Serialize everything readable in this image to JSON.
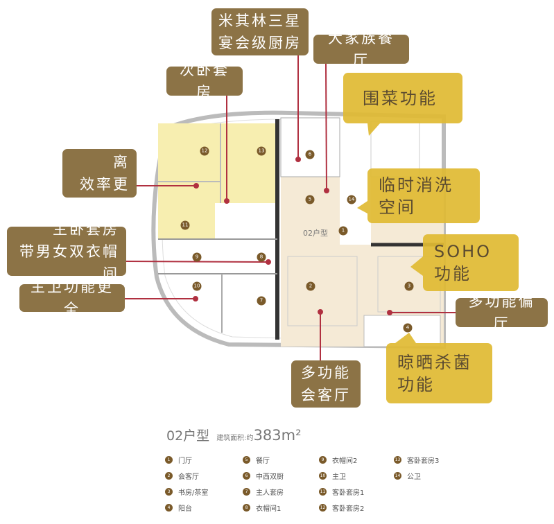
{
  "colors": {
    "callout_brown": "#8c7346",
    "callout_gold": "#e0ba34",
    "leader_line": "#b03040",
    "bedroom_fill": "#f7eeb0",
    "living_fill": "#f5ead6"
  },
  "callouts": {
    "kitchen": [
      "米其林三星",
      "宴会级厨房"
    ],
    "dining": [
      "大家族餐厅"
    ],
    "second_bedroom": [
      "次卧套房"
    ],
    "dry_wet": [
      "干湿分离",
      "效率更高"
    ],
    "master": [
      "主卧套房",
      "带男女双衣帽间"
    ],
    "master_bath": [
      "主卫功能更全"
    ],
    "prep": [
      "围菜功能"
    ],
    "wash": [
      "临时消洗",
      "空间"
    ],
    "soho": [
      "SOHO",
      "功能"
    ],
    "side_hall": [
      "多功能偏厅"
    ],
    "drying": [
      "晾晒杀菌",
      "功能"
    ],
    "living": [
      "多功能",
      "会客厅"
    ]
  },
  "plan_label": "02户型",
  "room_markers": [
    "12",
    "13",
    "11",
    "6",
    "5",
    "14",
    "1",
    "9",
    "8",
    "10",
    "7",
    "2",
    "3",
    "4"
  ],
  "title": {
    "unit": "02户型",
    "area_label": "建筑面积:约",
    "area": "383m²"
  },
  "legend": [
    {
      "n": "1",
      "label": "门厅"
    },
    {
      "n": "5",
      "label": "餐厅"
    },
    {
      "n": "9",
      "label": "衣帽间2"
    },
    {
      "n": "13",
      "label": "客卧套房3"
    },
    {
      "n": "2",
      "label": "会客厅"
    },
    {
      "n": "6",
      "label": "中西双厨"
    },
    {
      "n": "10",
      "label": "主卫"
    },
    {
      "n": "14",
      "label": "公卫"
    },
    {
      "n": "3",
      "label": "书房/茶室"
    },
    {
      "n": "7",
      "label": "主人套房"
    },
    {
      "n": "11",
      "label": "客卧套房1"
    },
    {
      "n": "",
      "label": ""
    },
    {
      "n": "4",
      "label": "阳台"
    },
    {
      "n": "8",
      "label": "衣帽间1"
    },
    {
      "n": "12",
      "label": "客卧套房2"
    },
    {
      "n": "",
      "label": ""
    }
  ]
}
